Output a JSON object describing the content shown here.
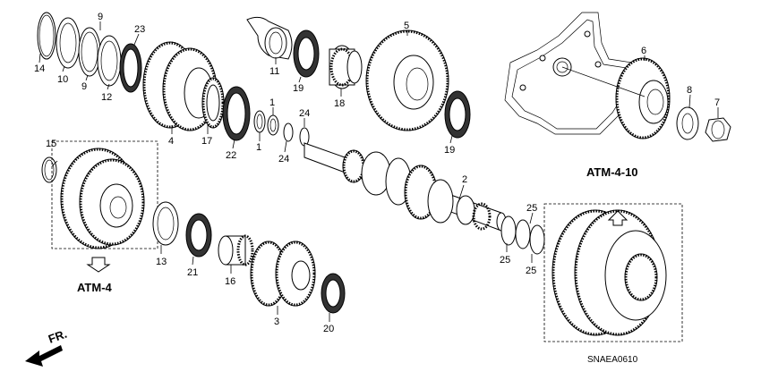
{
  "callouts": {
    "c1a": "1",
    "c1b": "1",
    "c2": "2",
    "c3": "3",
    "c4": "4",
    "c5": "5",
    "c6": "6",
    "c7": "7",
    "c8": "8",
    "c9a": "9",
    "c9b": "9",
    "c10": "10",
    "c11": "11",
    "c12": "12",
    "c13": "13",
    "c14": "14",
    "c15": "15",
    "c16": "16",
    "c17": "17",
    "c18": "18",
    "c19a": "19",
    "c19b": "19",
    "c20": "20",
    "c21": "21",
    "c22": "22",
    "c23": "23",
    "c24a": "24",
    "c24b": "24",
    "c25a": "25",
    "c25b": "25",
    "c25c": "25"
  },
  "refs": {
    "left": "ATM-4",
    "right": "ATM-4-10"
  },
  "front_marker": "FR.",
  "diagram_code": "SNAEA0610"
}
